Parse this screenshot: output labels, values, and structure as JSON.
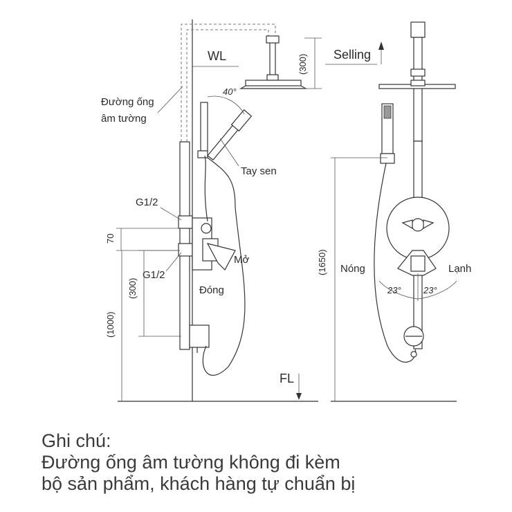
{
  "labels": {
    "wl": "WL",
    "selling": "Selling",
    "dim_300_top": "(300)",
    "pipe_line1": "Đường ống",
    "pipe_line2": "âm tường",
    "angle_40": "40°",
    "tay_sen": "Tay sen",
    "g12_top": "G1/2",
    "g12_bottom": "G1/2",
    "dim_70": "70",
    "mo": "Mở",
    "dong": "Đóng",
    "dim_300_mid": "(300)",
    "dim_1000": "(1000)",
    "fl": "FL",
    "dim_1650": "(1650)",
    "nong": "Nóng",
    "lanh": "Lạnh",
    "angle_23_left": "23°",
    "angle_23_right": "23°"
  },
  "notes": {
    "title": "Ghi chú:",
    "line1": "Đường ống âm tường không đi kèm",
    "line2": "bộ sản phẩm, khách hàng tự chuẩn bị"
  }
}
